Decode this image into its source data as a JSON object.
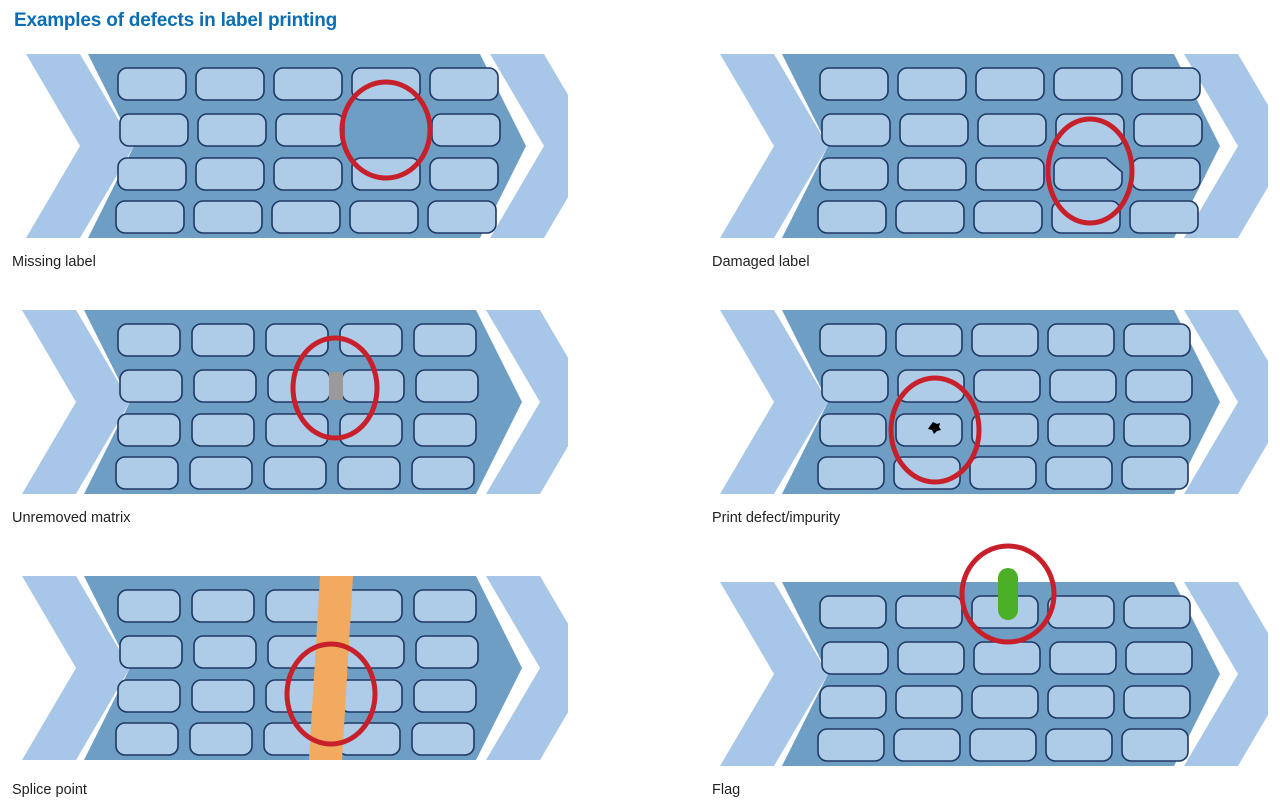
{
  "title": "Examples of defects in label printing",
  "colors": {
    "title_blue": "#0a6eb4",
    "chevron_light_blue": "#a8c7e8",
    "web_blue": "#6e9ec4",
    "label_fill": "#aecbe8",
    "label_stroke": "#1f3864",
    "highlight_red": "#c8202a",
    "matrix_gray": "#9a9a9a",
    "splice_orange": "#f2a960",
    "flag_green": "#4caf28",
    "caption_text": "#231f20",
    "background": "#ffffff"
  },
  "grid": {
    "rows": 4,
    "columns": 5,
    "total_labels": 20
  },
  "panels": [
    {
      "id": "missing-label",
      "caption": "Missing label",
      "defect_type": "missing",
      "defect_position": {
        "row": 2,
        "column": 4
      },
      "highlight": {
        "shape": "circle",
        "color": "#c8202a"
      }
    },
    {
      "id": "damaged-label",
      "caption": "Damaged label",
      "defect_type": "damaged-corner",
      "defect_position": {
        "row": 3,
        "column": 4
      },
      "highlight": {
        "shape": "circle",
        "color": "#c8202a"
      }
    },
    {
      "id": "unremoved-matrix",
      "caption": "Unremoved matrix",
      "defect_type": "matrix-remnant",
      "defect_position": {
        "row": 2,
        "column": 3
      },
      "highlight": {
        "shape": "circle",
        "color": "#c8202a"
      }
    },
    {
      "id": "print-defect-impurity",
      "caption": "Print defect/impurity",
      "defect_type": "ink-speck",
      "defect_position": {
        "row": 3,
        "column": 2
      },
      "highlight": {
        "shape": "circle",
        "color": "#c8202a"
      }
    },
    {
      "id": "splice-point",
      "caption": "Splice point",
      "defect_type": "splice-band",
      "defect_position": {
        "row": 0,
        "column": 3
      },
      "highlight": {
        "shape": "circle",
        "color": "#c8202a"
      }
    },
    {
      "id": "flag",
      "caption": "Flag",
      "defect_type": "flag-marker",
      "defect_position": {
        "row": 1,
        "column": 3
      },
      "highlight": {
        "shape": "circle",
        "color": "#c8202a"
      }
    }
  ]
}
